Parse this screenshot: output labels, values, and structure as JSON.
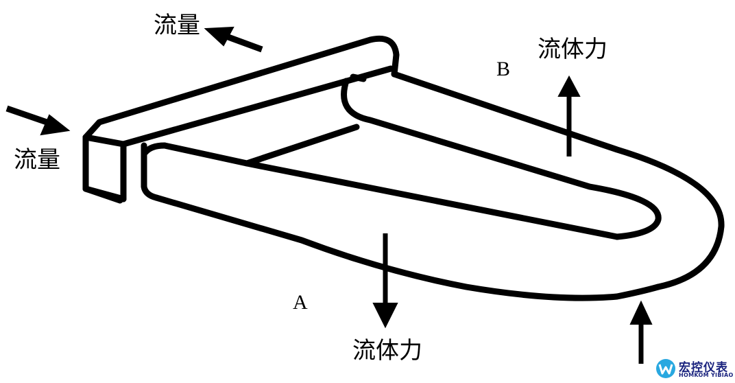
{
  "labels": {
    "flow_top": "流量",
    "flow_left": "流量",
    "force_top": "流体力",
    "force_bottom": "流体力",
    "point_b": "B",
    "point_a": "A"
  },
  "logo": {
    "cn": "宏控仪表",
    "en": "HOMKOM YIBIAO"
  },
  "colors": {
    "line": "#000000",
    "background": "#ffffff",
    "logo_primary": "#1a237e",
    "logo_accent": "#29a8e0"
  }
}
